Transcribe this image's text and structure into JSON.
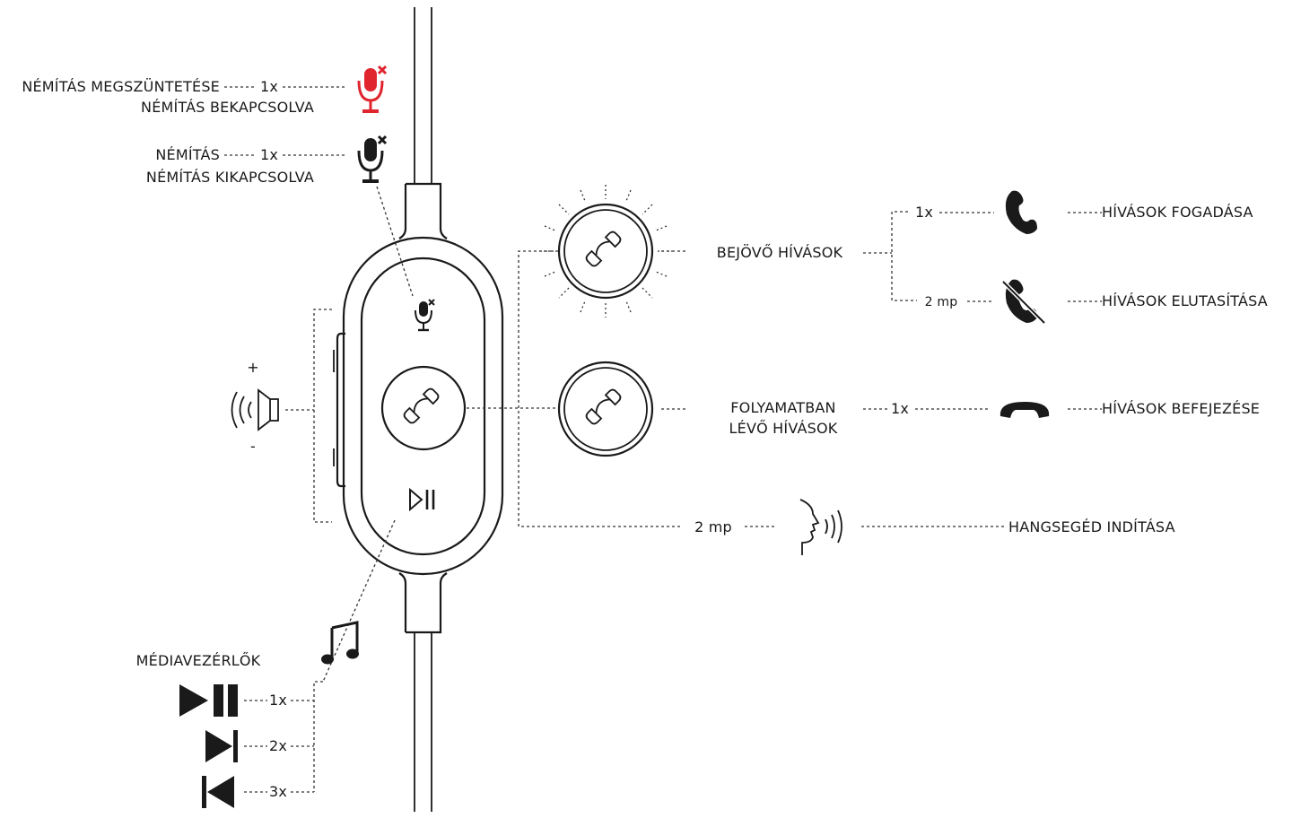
{
  "labels": {
    "unmute": "NÉMÍTÁS MEGSZÜNTETÉSE",
    "mute_on": "NÉMÍTÁS BEKAPCSOLVA",
    "mute": "NÉMÍTÁS",
    "mute_off": "NÉMÍTÁS KIKAPCSOLVA",
    "incoming_calls": "BEJÖVŐ HÍVÁSOK",
    "answer_calls": "HÍVÁSOK FOGADÁSA",
    "reject_calls": "HÍVÁSOK ELUTASÍTÁSA",
    "ongoing_line1": "FOLYAMATBAN",
    "ongoing_line2": "LÉVŐ HÍVÁSOK",
    "end_calls": "HÍVÁSOK BEFEJEZÉSE",
    "voice_assistant": "HANGSEGÉD INDÍTÁSA",
    "media_controls": "MÉDIAVEZÉRLŐK",
    "volume_plus": "+",
    "volume_minus": "-"
  },
  "presses": {
    "once": "1x",
    "twice": "2x",
    "thrice": "3x",
    "two_sec": "2 mp",
    "two_sec_compact": "2 mp"
  },
  "colors": {
    "ink": "#1a1a1a",
    "muted_red": "#e0252f"
  }
}
